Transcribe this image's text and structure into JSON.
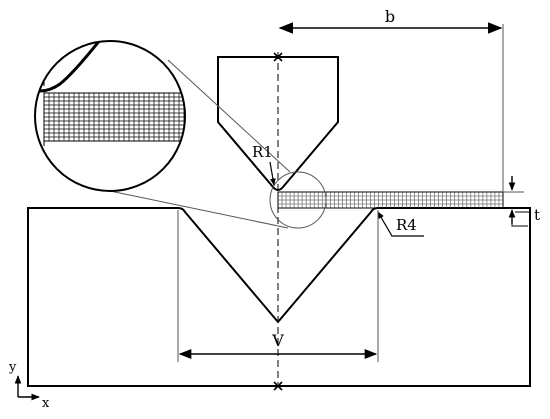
{
  "labels": {
    "b": "b",
    "t": "t",
    "R1": "R1",
    "R4": "R4",
    "V": "V",
    "y_axis": "y",
    "x_axis": "x"
  },
  "mesh": {
    "sheet_columns": 56,
    "zoom_columns": 29,
    "zoom_rows": 12
  },
  "colors": {
    "line": "#000000",
    "thin": "#555555"
  }
}
